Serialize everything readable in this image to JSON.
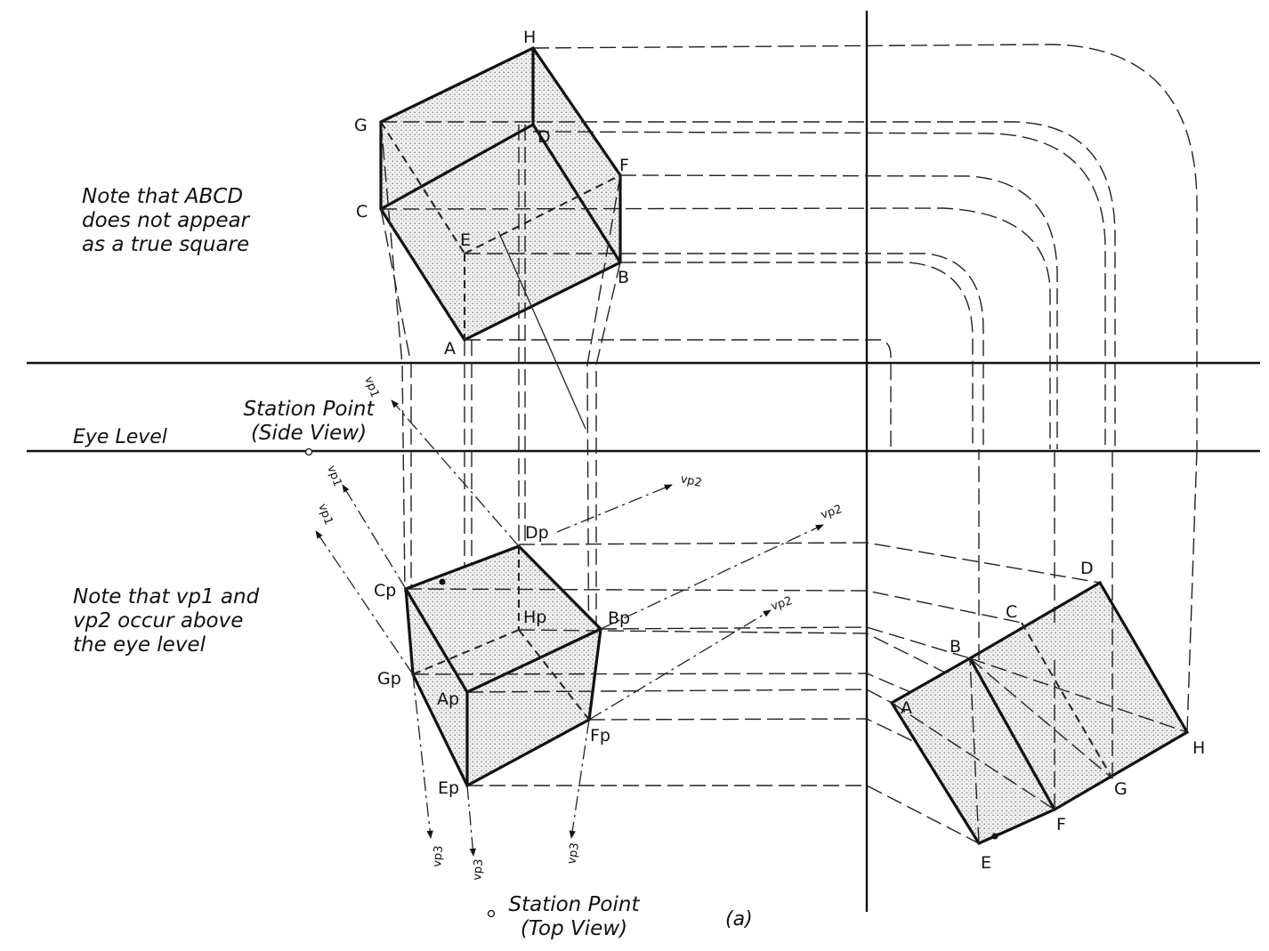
{
  "notes": {
    "top_left": "Note that ABCD\ndoes not appear\nas a true square",
    "bottom_left": "Note that vp1 and\nvp2 occur above\nthe eye level"
  },
  "labels": {
    "eye_level": "Eye Level",
    "station_point_side": "Station Point\n(Side View)",
    "station_point_top": "Station Point\n(Top View)",
    "figure_caption": "(a)"
  },
  "side_view_vertices": [
    "H",
    "G",
    "D",
    "F",
    "C",
    "E",
    "B",
    "A"
  ],
  "perspective_vertices": [
    "Dp",
    "Cp",
    "Hp",
    "Bp",
    "Gp",
    "Ap",
    "Fp",
    "Ep"
  ],
  "top_view_vertices": [
    "D",
    "C",
    "B",
    "A",
    "H",
    "G",
    "F",
    "E"
  ],
  "vanishing_points": {
    "vp1": "vp1",
    "vp2": "vp2",
    "vp3": "vp3"
  }
}
